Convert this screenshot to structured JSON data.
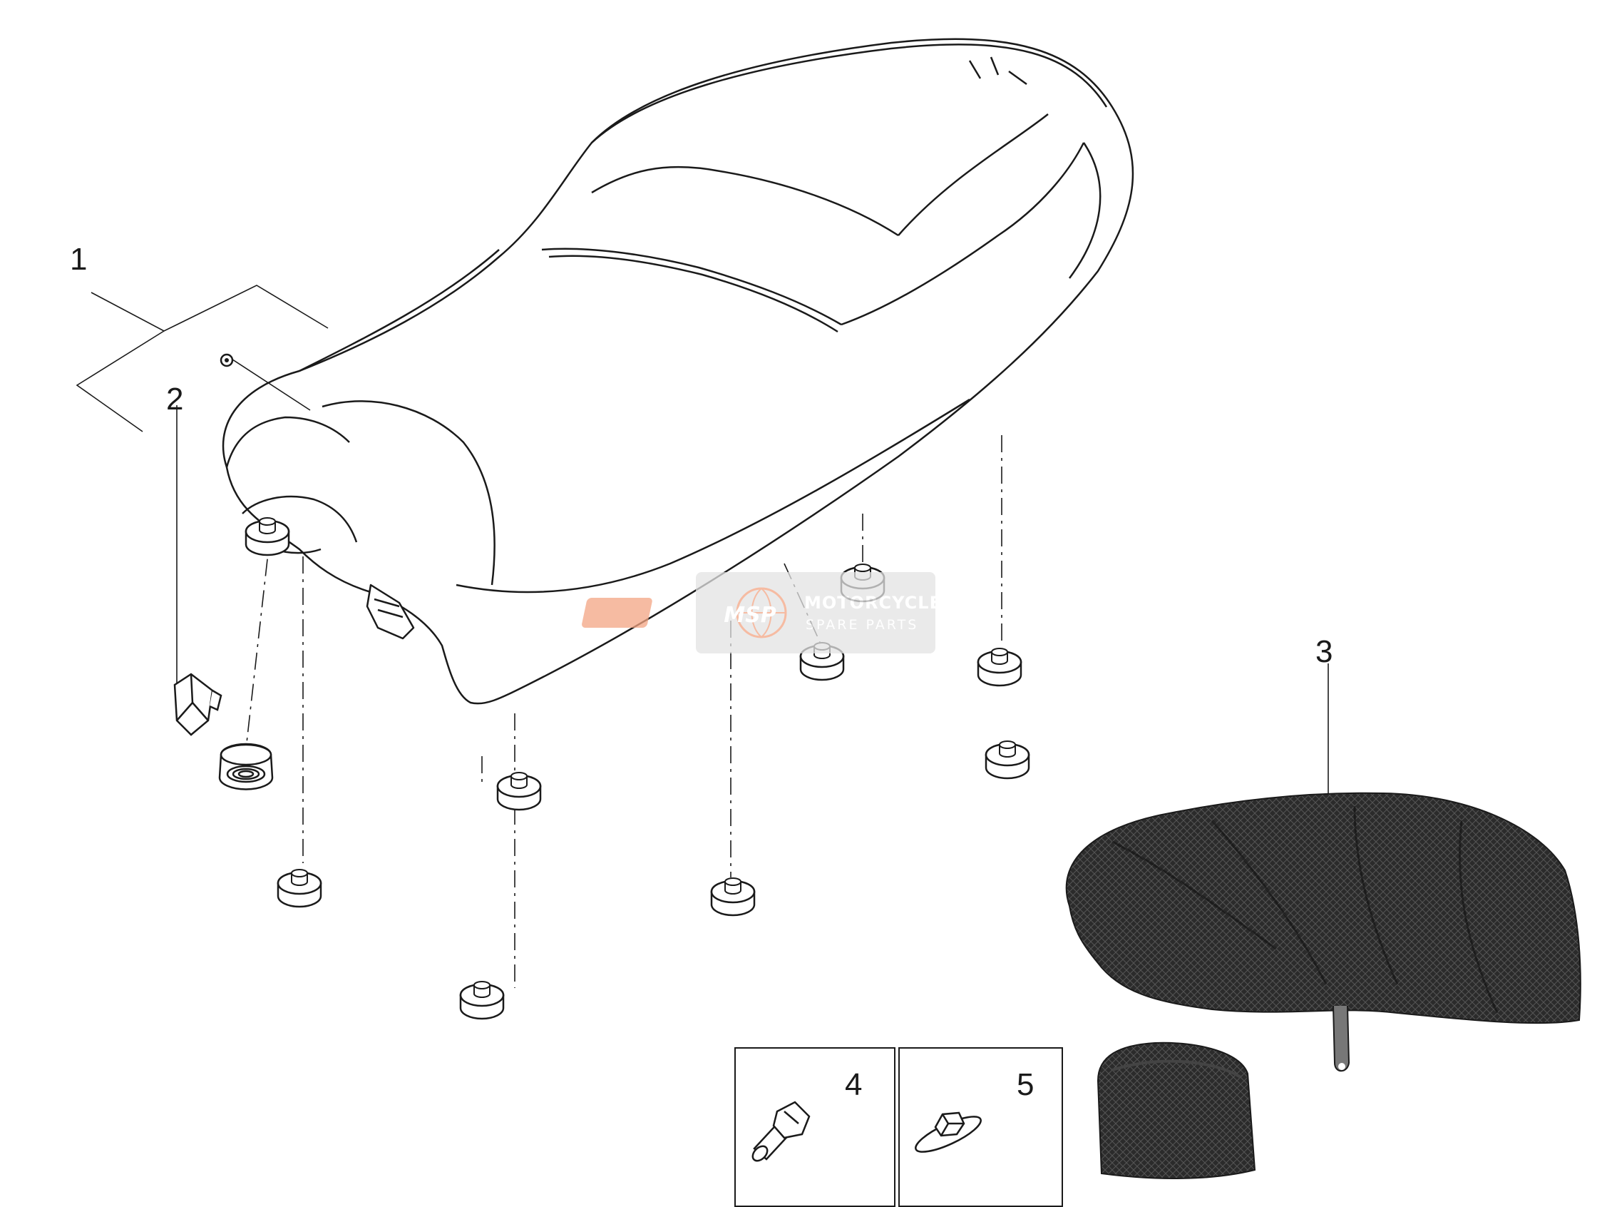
{
  "diagram": {
    "callouts": [
      {
        "id": "callout-1",
        "label": "1"
      },
      {
        "id": "callout-2",
        "label": "2"
      },
      {
        "id": "callout-3",
        "label": "3"
      },
      {
        "id": "callout-4",
        "label": "4"
      },
      {
        "id": "callout-5",
        "label": "5"
      }
    ]
  },
  "watermark": {
    "logo_text": "MSP",
    "line1": "MOTORCYCLE",
    "line2": "SPARE PARTS",
    "colors": {
      "badge": "#e9e9e9",
      "logo": "#f4a583"
    }
  },
  "colors": {
    "line": "#1a1a1a",
    "cover": "#2b2b2b",
    "background": "#ffffff"
  }
}
